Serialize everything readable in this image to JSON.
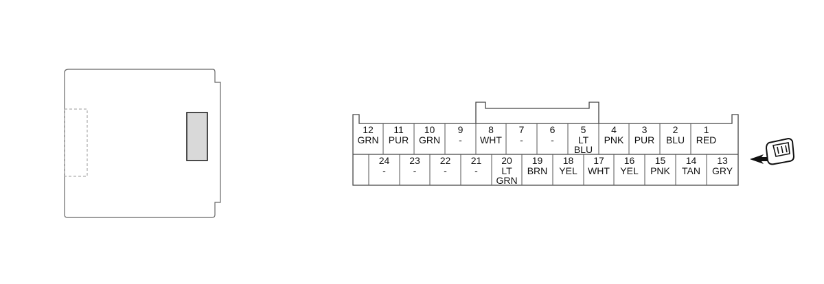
{
  "connector": {
    "top_row": [
      {
        "pin": "12",
        "wire": [
          "GRN"
        ]
      },
      {
        "pin": "11",
        "wire": [
          "PUR"
        ]
      },
      {
        "pin": "10",
        "wire": [
          "GRN"
        ]
      },
      {
        "pin": "9",
        "wire": [
          "-"
        ]
      },
      {
        "pin": "8",
        "wire": [
          "WHT"
        ]
      },
      {
        "pin": "7",
        "wire": [
          "-"
        ]
      },
      {
        "pin": "6",
        "wire": [
          "-"
        ]
      },
      {
        "pin": "5",
        "wire": [
          "LT",
          "BLU"
        ]
      },
      {
        "pin": "4",
        "wire": [
          "PNK"
        ]
      },
      {
        "pin": "3",
        "wire": [
          "PUR"
        ]
      },
      {
        "pin": "2",
        "wire": [
          "BLU"
        ]
      },
      {
        "pin": "1",
        "wire": [
          "RED"
        ]
      }
    ],
    "bottom_row": [
      {
        "pin": "",
        "wire": []
      },
      {
        "pin": "24",
        "wire": [
          "-"
        ]
      },
      {
        "pin": "23",
        "wire": [
          "-"
        ]
      },
      {
        "pin": "22",
        "wire": [
          "-"
        ]
      },
      {
        "pin": "21",
        "wire": [
          "-"
        ]
      },
      {
        "pin": "20",
        "wire": [
          "LT",
          "GRN"
        ]
      },
      {
        "pin": "19",
        "wire": [
          "BRN"
        ]
      },
      {
        "pin": "18",
        "wire": [
          "YEL"
        ]
      },
      {
        "pin": "17",
        "wire": [
          "WHT"
        ]
      },
      {
        "pin": "16",
        "wire": [
          "YEL"
        ]
      },
      {
        "pin": "15",
        "wire": [
          "PNK"
        ]
      },
      {
        "pin": "14",
        "wire": [
          "TAN"
        ]
      },
      {
        "pin": "13",
        "wire": [
          "GRY"
        ]
      }
    ]
  },
  "icons": {
    "component": "module-housing-icon",
    "view": "connector-face-view-icon"
  },
  "colors": {
    "line": "#555555",
    "window_fill": "#d9d9d9"
  }
}
